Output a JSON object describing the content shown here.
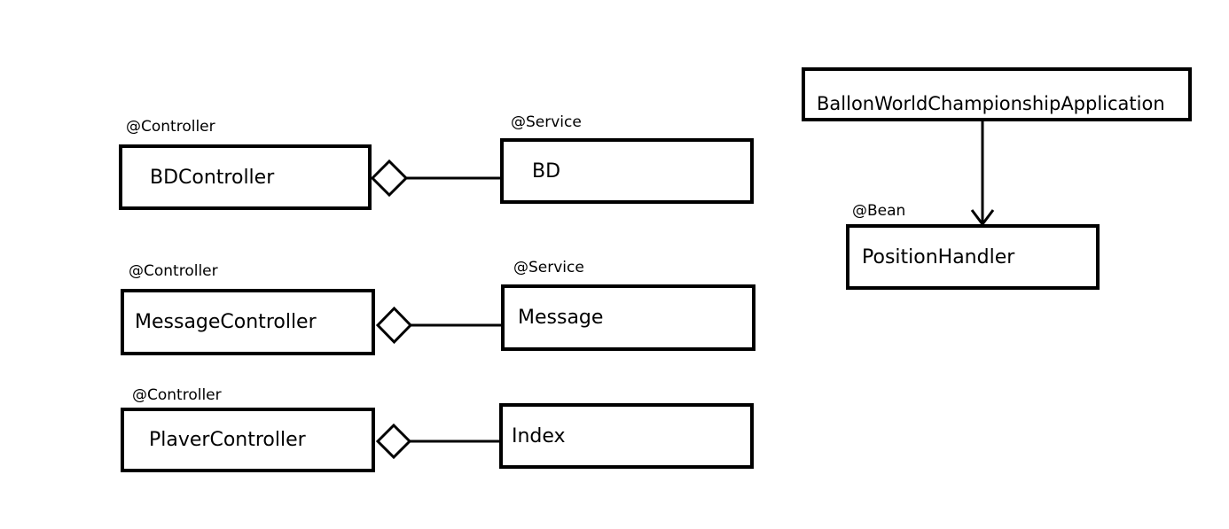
{
  "diagram": {
    "colors": {
      "stroke": "#000000",
      "background": "#ffffff"
    },
    "elements": [
      {
        "id": "bdcontroller",
        "label": "BDController",
        "annotation": "@Controller"
      },
      {
        "id": "bd",
        "label": "BD",
        "annotation": "@Service"
      },
      {
        "id": "messagecontroller",
        "label": "MessageController",
        "annotation": "@Controller"
      },
      {
        "id": "message",
        "label": "Message",
        "annotation": "@Service"
      },
      {
        "id": "playercontroller",
        "label": "PlaverController",
        "annotation": "@Controller"
      },
      {
        "id": "index",
        "label": "Index",
        "annotation": ""
      },
      {
        "id": "app",
        "label": "BallonWorldChampionshipApplication",
        "annotation": ""
      },
      {
        "id": "positionhandler",
        "label": "PositionHandler",
        "annotation": "@Bean"
      }
    ],
    "relations": [
      {
        "type": "aggregation",
        "whole": "BDController",
        "part": "BD"
      },
      {
        "type": "aggregation",
        "whole": "MessageController",
        "part": "Message"
      },
      {
        "type": "aggregation",
        "whole": "PlaverController",
        "part": "Index"
      },
      {
        "type": "dependency",
        "from": "BallonWorldChampionshipApplication",
        "to": "PositionHandler"
      }
    ]
  }
}
